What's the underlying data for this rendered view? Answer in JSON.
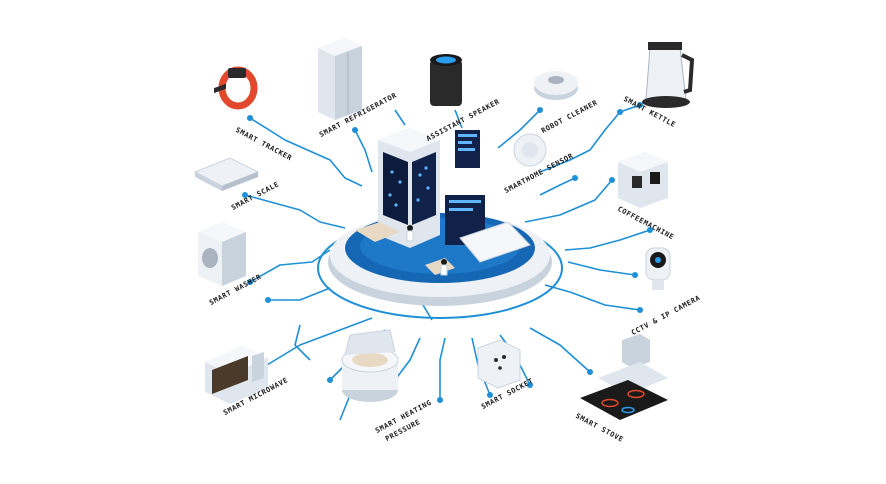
{
  "colors": {
    "circuit": "#1f8fd6",
    "platform_blue": "#1566b3",
    "platform_light": "#dfe6ee",
    "server_dark": "#0d1b3d",
    "led": "#5fb6ff"
  },
  "labels": {
    "smart_tracker": "SMART TRACKER",
    "smart_refrigerator": "SMART REFRIGERATOR",
    "assistant_speaker": "ASSISTANT SPEAKER",
    "robot_cleaner": "ROBOT CLEANER",
    "smart_kettle": "SMART KETTLE",
    "smarthome_sensor": "SMARTHOME SENSOR",
    "smart_scale": "SMART SCALE",
    "coffeemachine": "COFFEEMACHINE",
    "smart_washer": "SMART WASHER",
    "cctv_ip_camera": "CCTV & IP CAMERA",
    "smart_microwave": "SMART MICROWAVE",
    "smart_heating_line1": "SMART HEATING",
    "smart_heating_line2": "PRESSURE",
    "smart_socket": "SMART SOCKET",
    "smart_stove": "SMART STOVE"
  },
  "icons": [
    "fitness-tracker-icon",
    "refrigerator-icon",
    "smart-speaker-icon",
    "robot-vacuum-icon",
    "kettle-icon",
    "sensor-icon",
    "scale-icon",
    "coffee-machine-icon",
    "washing-machine-icon",
    "ip-camera-icon",
    "microwave-icon",
    "pressure-cooker-icon",
    "power-socket-icon",
    "stove-icon",
    "server-hub-icon"
  ]
}
